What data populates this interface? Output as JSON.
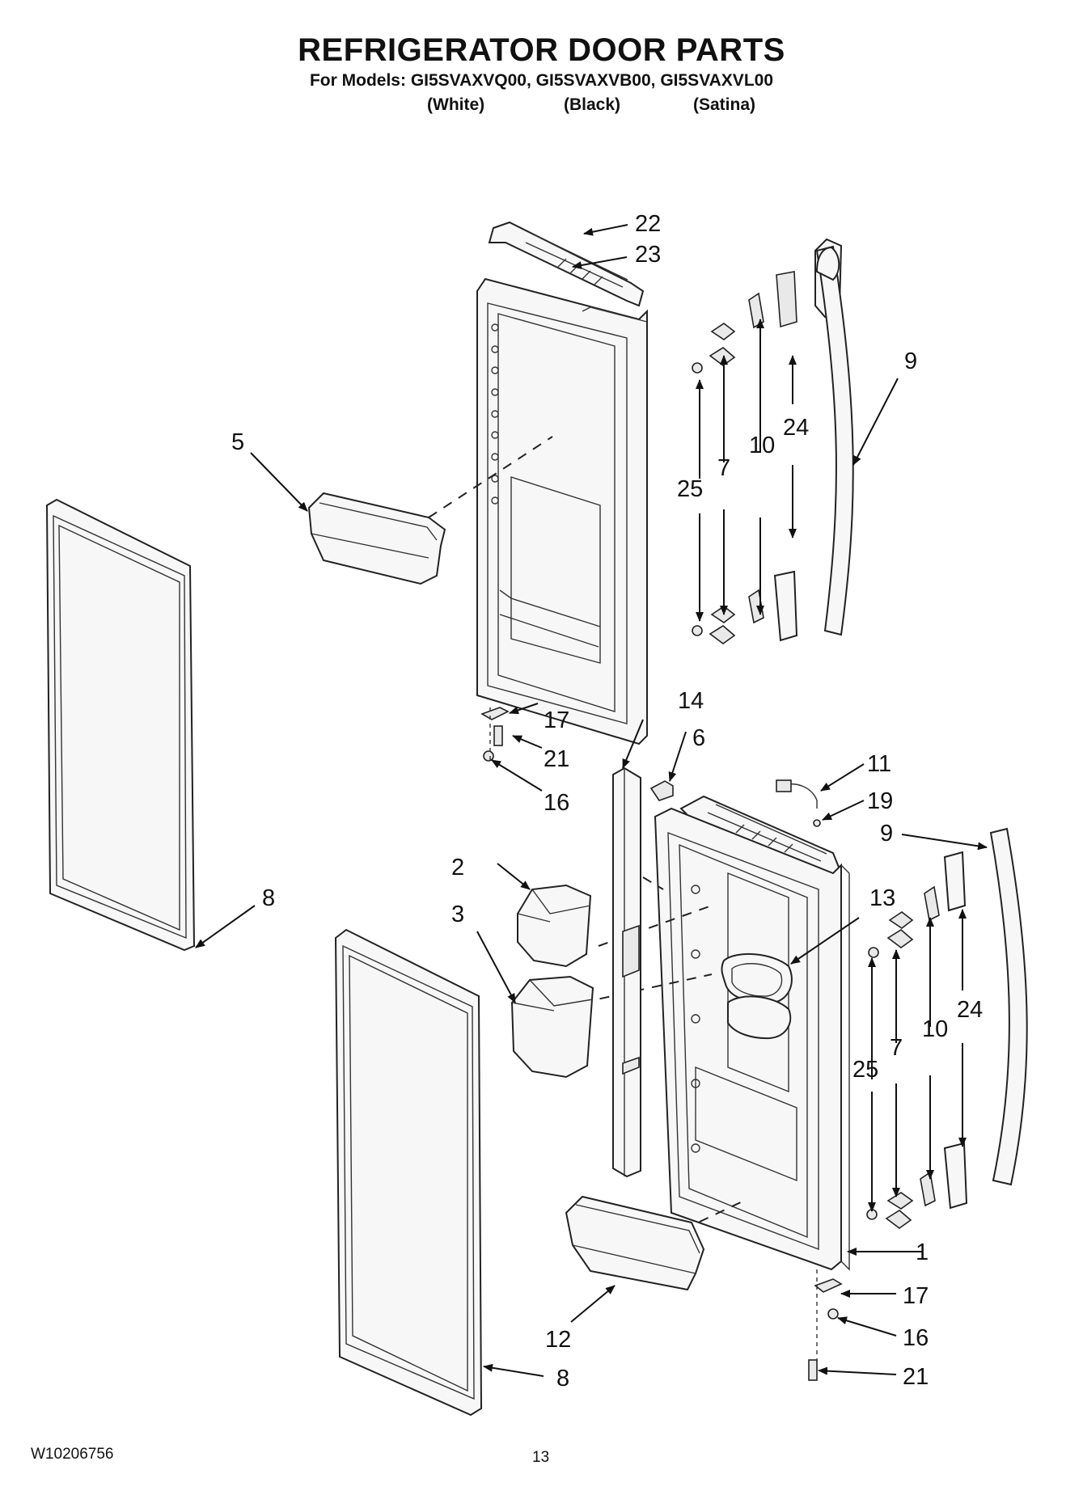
{
  "header": {
    "title": "REFRIGERATOR DOOR PARTS",
    "models_line": "For Models: GI5SVAXVQ00, GI5SVAXVB00, GI5SVAXVL00",
    "variants": [
      "(White)",
      "(Black)",
      "(Satina)"
    ]
  },
  "callouts": {
    "upper_door": [
      "22",
      "23",
      "5",
      "9",
      "24",
      "10",
      "7",
      "25",
      "17",
      "21",
      "16"
    ],
    "lower_door": [
      "14",
      "6",
      "11",
      "19",
      "9",
      "2",
      "3",
      "13",
      "24",
      "10",
      "7",
      "25",
      "8",
      "1",
      "17",
      "16",
      "21",
      "12",
      "8"
    ]
  },
  "footer": {
    "doc_number": "W10206756",
    "page_number": "13"
  }
}
